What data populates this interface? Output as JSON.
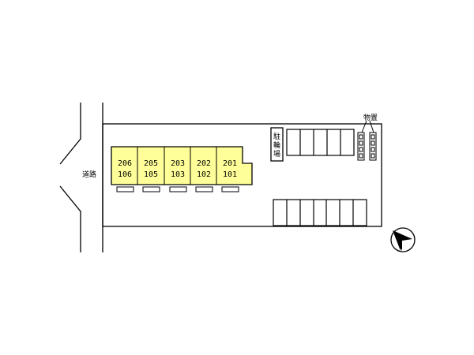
{
  "road": {
    "label": "道路"
  },
  "bicycle_parking": {
    "chars": [
      "駐",
      "輪",
      "場"
    ]
  },
  "storage": {
    "chars": [
      "物",
      "置"
    ]
  },
  "units": [
    {
      "upper": "206",
      "lower": "106"
    },
    {
      "upper": "205",
      "lower": "105"
    },
    {
      "upper": "203",
      "lower": "103"
    },
    {
      "upper": "202",
      "lower": "102"
    },
    {
      "upper": "201",
      "lower": "101"
    }
  ],
  "parking_rows": [
    {
      "spaces": 5
    },
    {
      "spaces": 7
    }
  ],
  "storage_units": {
    "columns": 2,
    "boxes_per_column": 4
  },
  "colors": {
    "building_fill": "#ffff99",
    "line": "#000000",
    "background": "#ffffff"
  },
  "icons": {
    "compass": "north-arrow-icon"
  }
}
